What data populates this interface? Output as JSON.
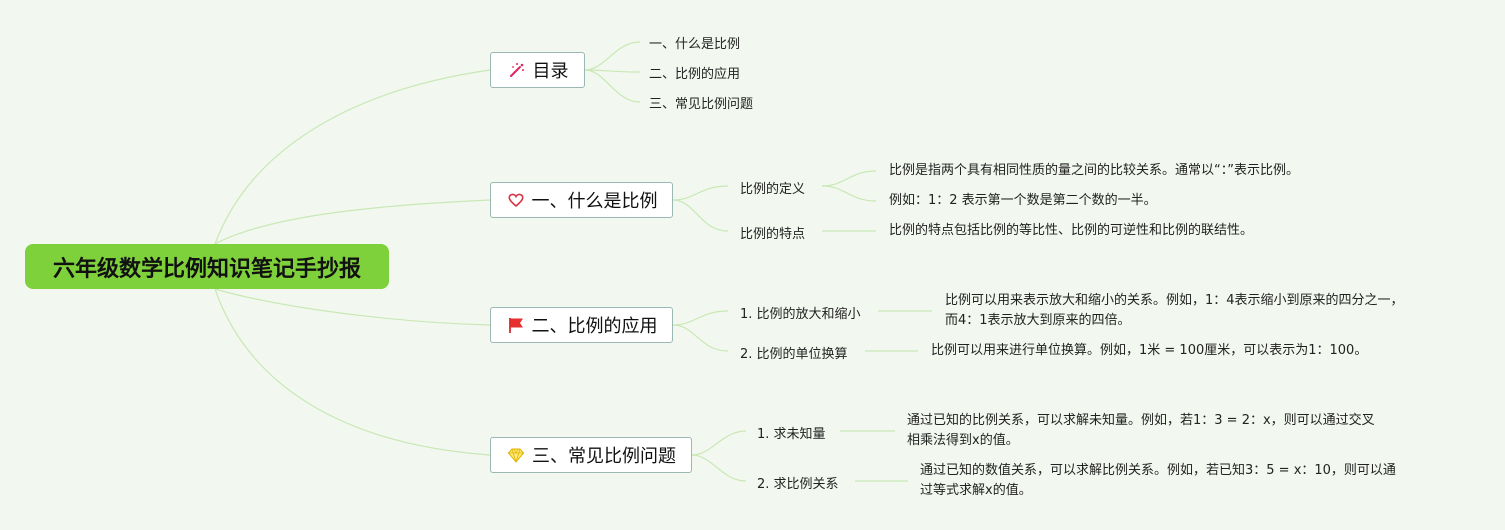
{
  "root": {
    "title": "六年级数学比例知识笔记手抄报"
  },
  "colors": {
    "root_bg": "#7fd13b",
    "topic_border": "#9bb8b4",
    "link": "#c9e8b6",
    "background": "#f2f8ef"
  },
  "topics": [
    {
      "label": "目录",
      "icon": "magic-wand-icon",
      "items": [
        "一、什么是比例",
        "二、比例的应用",
        "三、常见比例问题"
      ]
    },
    {
      "label": "一、什么是比例",
      "icon": "heart-icon",
      "subs": [
        {
          "label": "比例的定义",
          "details": [
            "比例是指两个具有相同性质的量之间的比较关系。通常以“：”表示比例。",
            "例如：1：2 表示第一个数是第二个数的一半。"
          ]
        },
        {
          "label": "比例的特点",
          "details": [
            "比例的特点包括比例的等比性、比例的可逆性和比例的联结性。"
          ]
        }
      ]
    },
    {
      "label": "二、比例的应用",
      "icon": "flag-icon",
      "subs": [
        {
          "label": "1. 比例的放大和缩小",
          "details": [
            "比例可以用来表示放大和缩小的关系。例如，1：4表示缩小到原来的四分之一，",
            "而4：1表示放大到原来的四倍。"
          ]
        },
        {
          "label": "2. 比例的单位换算",
          "details": [
            "比例可以用来进行单位换算。例如，1米 = 100厘米，可以表示为1：100。"
          ]
        }
      ]
    },
    {
      "label": "三、常见比例问题",
      "icon": "diamond-icon",
      "subs": [
        {
          "label": "1. 求未知量",
          "details": [
            "通过已知的比例关系，可以求解未知量。例如，若1：3 = 2：x，则可以通过交叉",
            "相乘法得到x的值。"
          ]
        },
        {
          "label": "2. 求比例关系",
          "details": [
            "通过已知的数值关系，可以求解比例关系。例如，若已知3：5 = x：10，则可以通",
            "过等式求解x的值。"
          ]
        }
      ]
    }
  ]
}
